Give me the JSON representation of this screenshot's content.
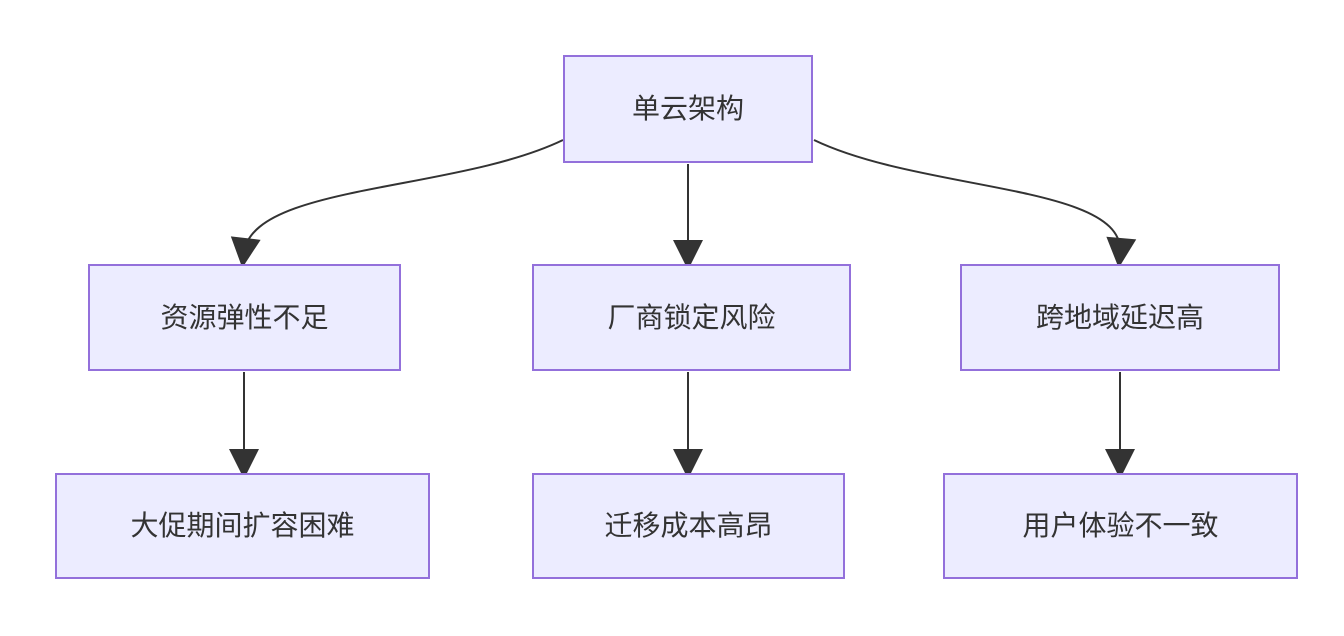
{
  "diagram": {
    "type": "flowchart",
    "direction": "top-down",
    "colors": {
      "background": "#ffffff",
      "node_fill": "#ECECFF",
      "node_border": "#9370DB",
      "node_text": "#333333",
      "edge_stroke": "#333333"
    },
    "nodes": {
      "root": {
        "label": "单云架构"
      },
      "elasticity": {
        "label": "资源弹性不足"
      },
      "lockin": {
        "label": "厂商锁定风险"
      },
      "latency": {
        "label": "跨地域延迟高"
      },
      "scaling": {
        "label": "大促期间扩容困难"
      },
      "migration": {
        "label": "迁移成本高昂"
      },
      "experience": {
        "label": "用户体验不一致"
      }
    },
    "edges": [
      {
        "from": "单云架构",
        "to": "资源弹性不足"
      },
      {
        "from": "单云架构",
        "to": "厂商锁定风险"
      },
      {
        "from": "单云架构",
        "to": "跨地域延迟高"
      },
      {
        "from": "资源弹性不足",
        "to": "大促期间扩容困难"
      },
      {
        "from": "厂商锁定风险",
        "to": "迁移成本高昂"
      },
      {
        "from": "跨地域延迟高",
        "to": "用户体验不一致"
      }
    ]
  }
}
